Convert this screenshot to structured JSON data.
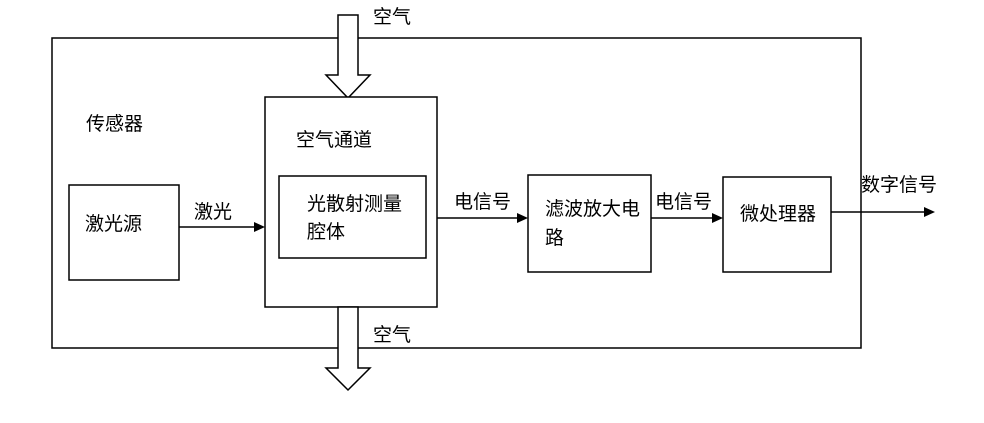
{
  "diagram": {
    "sensor_label": "传感器",
    "air_in_label": "空气",
    "air_out_label": "空气",
    "air_channel_label": "空气通道",
    "laser_source_label": "激光源",
    "laser_arrow_label": "激光",
    "scatter_chamber_label": "光散射测量腔体",
    "signal_label_1": "电信号",
    "filter_amp_label": "滤波放大电路",
    "signal_label_2": "电信号",
    "mcu_label": "微处理器",
    "digital_signal_label": "数字信号"
  }
}
